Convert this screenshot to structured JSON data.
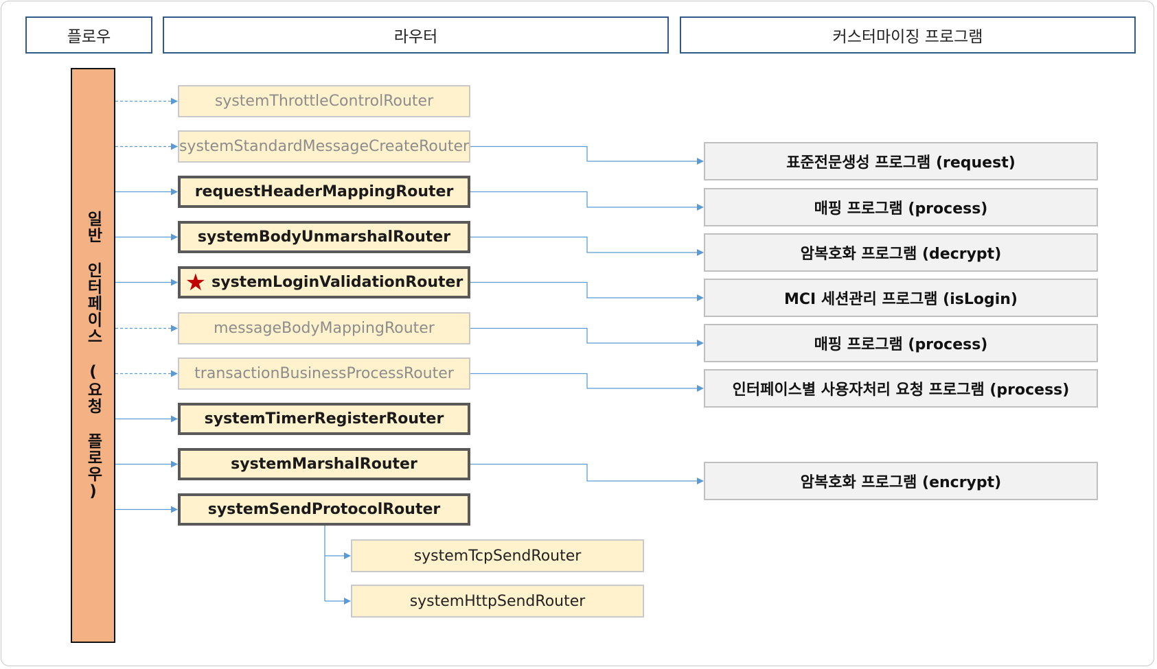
{
  "headers": {
    "flow": "플로우",
    "router": "라우터",
    "custom": "커스터마이징 프로그램"
  },
  "flow_label": "일반 인터페이스 (요청 플로우)",
  "routers": [
    {
      "label": "systemThrottleControlRouter",
      "style": "light",
      "link": "dashed"
    },
    {
      "label": "systemStandardMessageCreateRouter",
      "style": "light",
      "link": "dashed"
    },
    {
      "label": "requestHeaderMappingRouter",
      "style": "bold",
      "link": "solid"
    },
    {
      "label": "systemBodyUnmarshalRouter",
      "style": "bold",
      "link": "solid"
    },
    {
      "label": "systemLoginValidationRouter",
      "style": "bold",
      "link": "solid",
      "starred": true
    },
    {
      "label": "messageBodyMappingRouter",
      "style": "light",
      "link": "dashed"
    },
    {
      "label": "transactionBusinessProcessRouter",
      "style": "light",
      "link": "dashed"
    },
    {
      "label": "systemTimerRegisterRouter",
      "style": "bold",
      "link": "solid"
    },
    {
      "label": "systemMarshalRouter",
      "style": "bold",
      "link": "solid"
    },
    {
      "label": "systemSendProtocolRouter",
      "style": "bold",
      "link": "solid"
    }
  ],
  "sub_routers": [
    {
      "label": "systemTcpSendRouter"
    },
    {
      "label": "systemHttpSendRouter"
    }
  ],
  "programs": [
    {
      "label": "표준전문생성 프로그램 (request)",
      "from": 1
    },
    {
      "label": "매핑 프로그램 (process)",
      "from": 2
    },
    {
      "label": "암복호화 프로그램 (decrypt)",
      "from": 3
    },
    {
      "label": "MCI 세션관리 프로그램 (isLogin)",
      "from": 4
    },
    {
      "label": "매핑 프로그램 (process)",
      "from": 5
    },
    {
      "label": "인터페이스별 사용자처리 요청 프로그램 (process)",
      "from": 6
    },
    {
      "label": "암복호화 프로그램 (encrypt)",
      "from": 8
    }
  ],
  "colors": {
    "connector": "#5b9bd5",
    "flow_bar": "#f4b183",
    "router_fill": "#fff2cc",
    "program_fill": "#f2f2f2",
    "header_border": "#2e5a8a",
    "star": "#c00000"
  },
  "icons": {
    "star": "red-star-icon"
  }
}
